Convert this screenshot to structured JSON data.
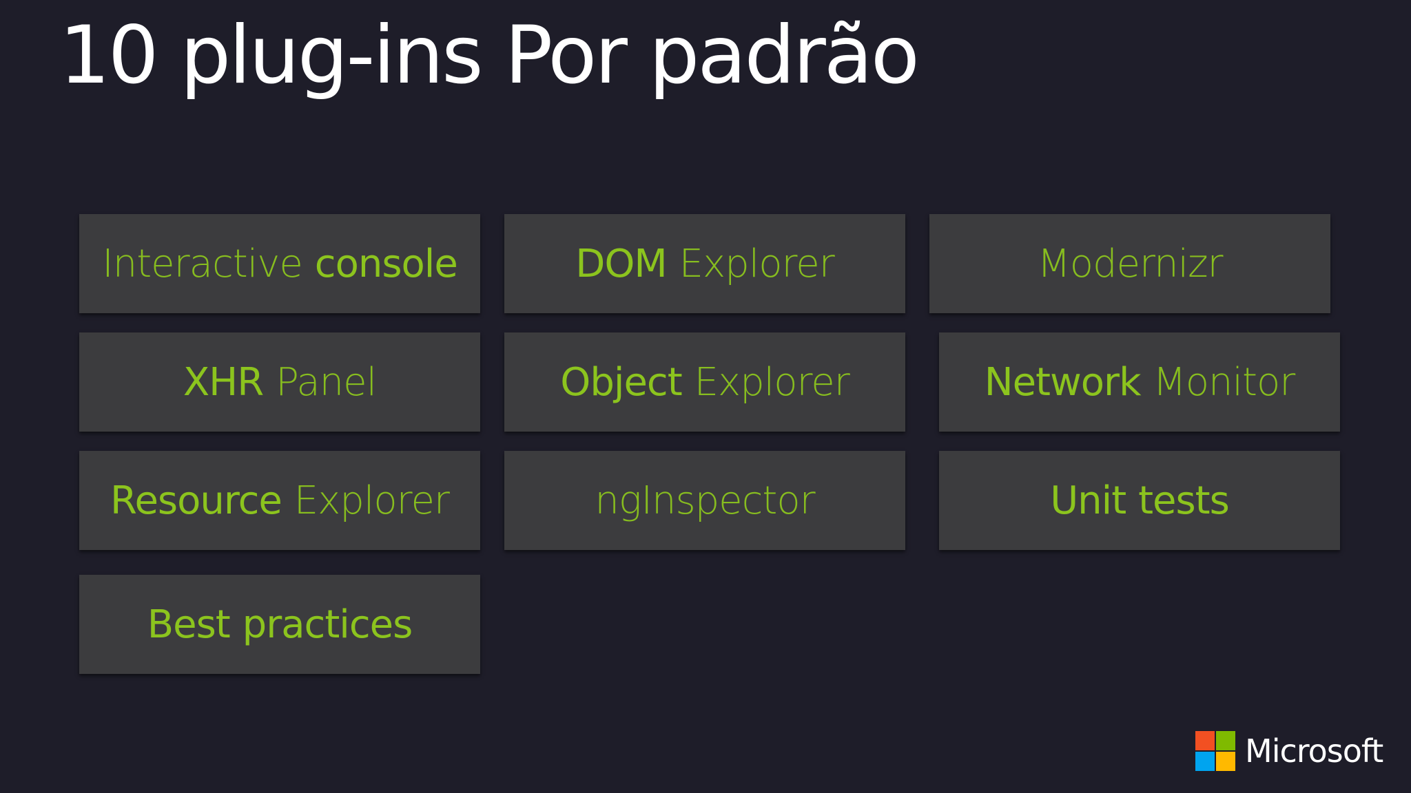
{
  "slide": {
    "title": "10 plug-ins Por padrão"
  },
  "tiles": [
    {
      "part1": "Interactive",
      "part2": "console"
    },
    {
      "part1": "DOM",
      "part2": "Explorer"
    },
    {
      "part1": "Modernizr",
      "part2": ""
    },
    {
      "part1": "XHR",
      "part2": "Panel"
    },
    {
      "part1": "Object",
      "part2": "Explorer"
    },
    {
      "part1": "Network",
      "part2": "Monitor"
    },
    {
      "part1": "Resource",
      "part2": "Explorer"
    },
    {
      "part1": "ngInspector",
      "part2": ""
    },
    {
      "part1": "Unit",
      "part2": "tests"
    },
    {
      "part1": "Best",
      "part2": "practices"
    }
  ],
  "logo": {
    "word": "Microsoft",
    "colors": [
      "#f25022",
      "#7fba00",
      "#00a4ef",
      "#ffb900"
    ]
  },
  "theme": {
    "background": "#1e1d29",
    "tile": "#3c3c3e",
    "accent": "#8cc41e"
  }
}
